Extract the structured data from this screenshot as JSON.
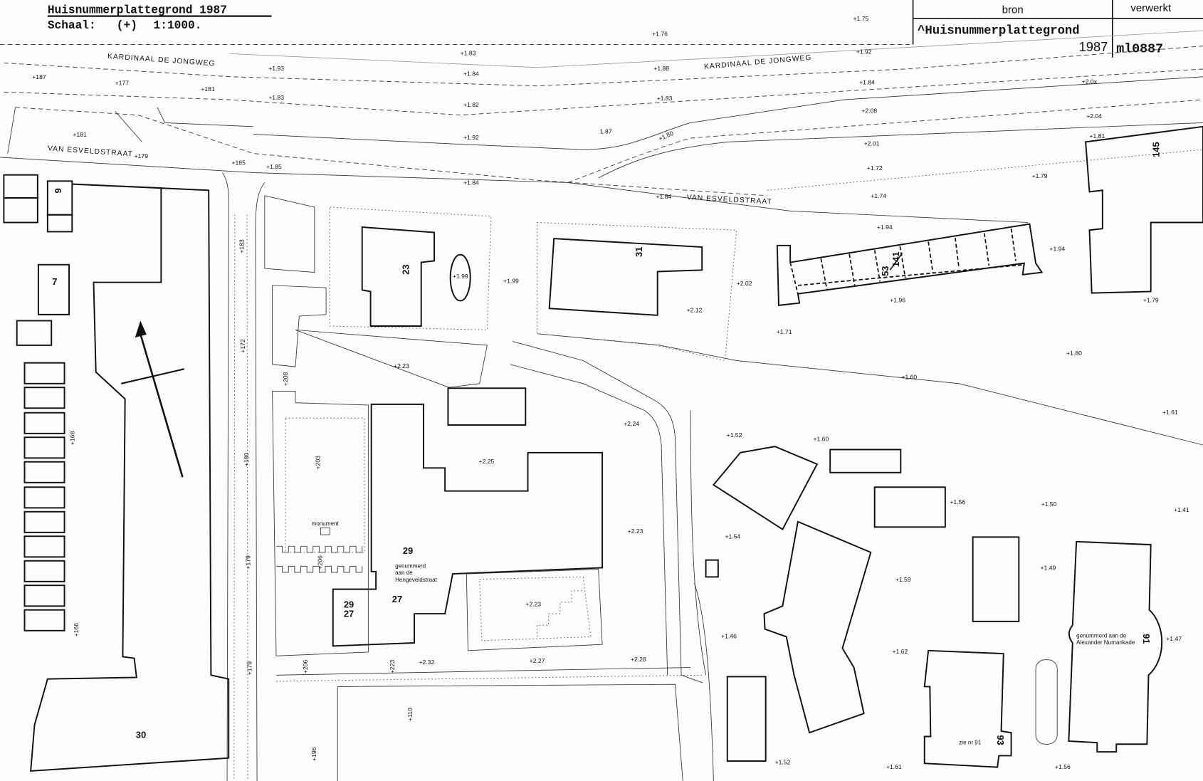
{
  "title": {
    "heading": "Huisnummerplattegrond 1987",
    "scale_label": "Schaal:",
    "scale_symbol": "(+)",
    "scale_value": "1:1000."
  },
  "source_table": {
    "col_source": "bron",
    "col_processed": "verwerkt",
    "source_line1": "^Huisnummerplattegrond",
    "source_line2": "1987",
    "processed_code": "ml0887"
  },
  "streets": {
    "kardinaal_left": "KARDINAAL DE JONGWEG",
    "kardinaal_right": "KARDINAAL DE JONGWEG",
    "esveld_left": "VAN ESVELDSTRAAT",
    "esveld_right": "VAN ESVELDSTRAAT"
  },
  "house_numbers": [
    "9",
    "7",
    "23",
    "31",
    "53",
    "141",
    "145",
    "29",
    "29",
    "27",
    "27",
    "30",
    "91",
    "93"
  ],
  "annotations": {
    "monument": "monument",
    "heng_1": "genummerd",
    "heng_2": "aan de",
    "heng_3": "Hengeveldstraat",
    "numan_1": "genummerd aan de",
    "numan_2": "Alexander Numankade",
    "see_91": "zie nr 91"
  },
  "spot_heights": [
    "+1.93",
    "+1.84",
    "+1.88",
    "+1.92",
    "+1.75",
    "+1.76",
    "+187",
    "+177",
    "+181",
    "+1.83",
    "+1.82",
    "+1.83",
    "+1.84",
    "+2.0x",
    "+2.08",
    "+2.04",
    "+1.81",
    "+181",
    "+1.92",
    "1.87",
    "+1.80",
    "+2.01",
    "+179",
    "+185",
    "+1.85",
    "+1.72",
    "+1.79",
    "+1.84",
    "+1.84",
    "+1.74",
    "+1.94",
    "+1.94",
    "+1.99",
    "+1.99",
    "+2.02",
    "+2.12",
    "+1.96",
    "+1.79",
    "+1.71",
    "+1.80",
    "+1.60",
    "+2.23",
    "+2.24",
    "+1.61",
    "+1.52",
    "+1.60",
    "+2.25",
    "+1.56",
    "+1.50",
    "+1.41",
    "+2.23",
    "+1.54",
    "+1.59",
    "+1.49",
    "+1.46",
    "+1.47",
    "+1.62",
    "+2.32",
    "+2.27",
    "+2.28",
    "+1.52",
    "+1.61",
    "+1.56",
    "+183",
    "+172",
    "+208",
    "+168",
    "+203",
    "+180",
    "+179",
    "+206",
    "+166",
    "+179",
    "+206",
    "+223",
    "+110",
    "+196",
    "+2.23",
    "+1.83"
  ]
}
